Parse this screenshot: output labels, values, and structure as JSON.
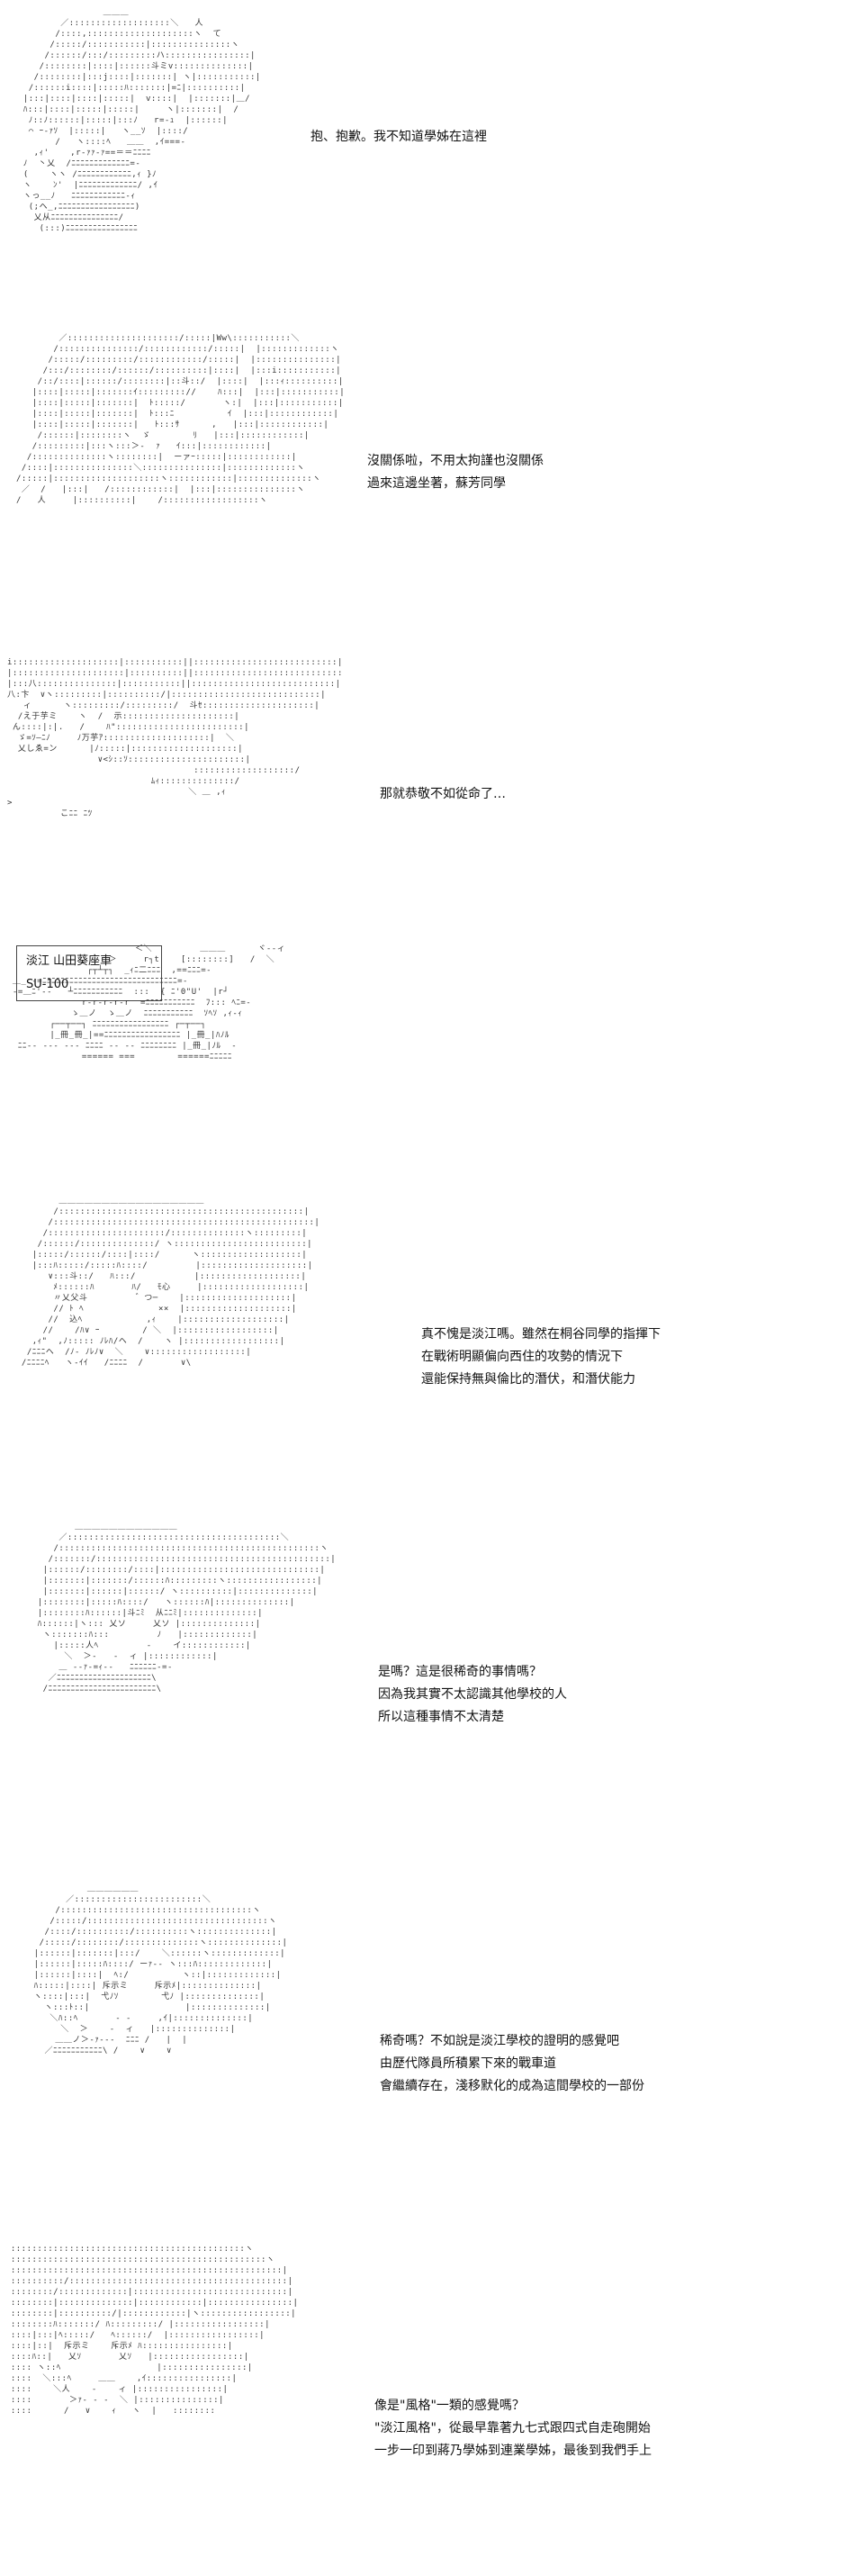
{
  "panels": [
    {
      "art": "                 ＿＿＿\n         ／:::::::::::::::::::＼   人\n        /::::,::::::::::::::::::::ヽ  て\n       /:::::/:::::::::::|:::::::::::::::ヽ\n      /::::::/:::/:::::::::ハ::::::::::::::::|\n     /::::::::|::::|::::::斗ミv::::::::::::::|\n    /::::::::|:::j::::|:::::::| ヽ|:::::::::::|\n   /::::::i::::|:::::ﾊ:::::::|=ﾆ|::::::::::|\n  |:::|::::|::::|:::::|  v::::|  |:::::::|＿/\n  ﾊ:::|::::|:::::|:::::|     ヽ|:::::::|  /\n   ﾉ::ﾉ::::::|:::::|:::ﾉ   r=-ｭ  |::::::|\n   ⌒ ｰ-ｧｿ  |:::::|   ヽ__ｿ  |::::/\n        /   ヽ::::ﾍ   ＿＿  ,ｲ===-\n    ,ｨ'    ,r-ｧｧ‐ｧ==＝＝ﾆﾆﾆﾆ\n  ﾉ  丶乂  /ﾆﾆﾆﾆﾆﾆﾆﾆﾆﾆﾆﾆﾆ=-\n  (    ヽヽ /ﾆﾆﾆﾆﾆﾆﾆﾆﾆﾆﾆﾆ,ｨ }ﾉ\n  ヽ    ﾝ'  |ﾆﾆﾆﾆﾆﾆﾆﾆﾆﾆﾆﾆﾆ/ ,ｲ\n  ヽっ__ﾉ   ﾆﾆﾆﾆﾆﾆﾆﾆﾆﾆﾆﾆ‐ｨ\n   (;ヘ_,ﾆﾆﾆﾆﾆﾆﾆﾆﾆﾆﾆﾆﾆﾆﾆﾆﾆ)\n    乂从ﾆﾆﾆﾆﾆﾆﾆﾆﾆﾆﾆﾆﾆﾆﾆ/\n     (:::)ﾆﾆﾆﾆﾆﾆﾆﾆﾆﾆﾆﾆﾆﾆﾆﾆ",
      "lines": [
        "抱、抱歉。我不知道學姊在這裡"
      ]
    },
    {
      "art": "        ／:::::::::::::::::::::/:::::|Ww\\:::::::::::＼\n       /:::::::::::::::/::::::::::::/:::::|  |:::::::::::::ヽ\n      /:::::/:::::::::/::::::::::::/:::::|  |:::::::::::::::|\n     /:::/::::::::/::::::/::::::::::|::::|  |:::i:::::::::::|\n    /::/::::|::::::/::::::::|::斗::/  |::::|  |:::ｨ::::::::::|\n   |::::|:::::|:::::::ｲ::::::::://    ﾊ:::|  |:::|:::::::::::|\n   |::::|:::::|:::::::|  ﾄ:::::/       ヽ:|  |:::|:::::::::::|\n   |::::|:::::|:::::::|  ﾄ:::ﾆ          ｲ  |:::|::::::::::::|\n   |::::|:::::|:::::::|   ﾄ:::ｻ      ,   |:::|::::::::::::|\n    /::::::|::::::::ヽ  ゞ        ﾘ   |:::|::::::::::::|\n   /:::::::::|:::ヽ:::＞-  ｧ   ｲ:::|::::::::::::|\n  /::::::::::::::ヽ::::::::|  ーァｰ:::::|::::::::::::|\n /::::|:::::::::::::::＼:::::::::::::::|:::::::::::::ヽ\n/:::::|::::::::::::::::::::ヽ::::::::::::|::::::::::::::ヽ\n ／  /   |:::|   /::::::::::::|  |:::|:::::::::::::::ヽ\n/   人     |::::::::::|    /::::::::::::::::::ヽ",
      "lines": [
        "沒關係啦，不用太拘謹也沒關係",
        "過來這邊坐著，蘇芳同學"
      ]
    },
    {
      "art": "i::::::::::::::::::::|:::::::::::||:::::::::::::::::::::::::::|\n|:::::::::::::::::::::|::::::::::||::::::::::::::::::::::::::::\n|:::八:::::::::::::::|:::::::::::||:::::::::::::::::::::::::::|\n八:卞  ∨ヽ:::::::::|::::::::::/|::::::::::::::::::::::::::::|\n   ィ      ヽ:::::::::/:::::::::/  斗ｾ:::::::::::::::::::::|\n  /え于芋ミ    ヽ  /  示:::::::::::::::::::::|\n ん::::|:|.   /    ﾊ\"::::::::::::::::::::::::|\n  ゞ=ｿ―ﾆﾉ     ﾉ万芋ｱ::::::::::::::::::::|  ＼\n  乂しゑ=ン      |ﾉ:::::|::::::::::::::::::::|\n                 ∨<ｼ::ｿ::::::::::::::::::::::|\n                                   :::::::::::::::::::/\n                           ﾑｨ::::::::::::::/\n                                  ＼ ＿ ,ｨ\n>\n          こﾆﾆ ﾆﾂ",
      "lines": [
        "那就恭敬不如從命了…"
      ]
    },
    {
      "labels": [
        "淡江 山田葵座車",
        "SU-100"
      ],
      "art": "                        ＜＼         ＿＿＿      ヾ--ィ\n                   ＞     r┐t    [::::::::]   /  ＼\n               ┌┬┴┬┐  _ｨﾆ二ﾆﾆﾆ  ,==ﾆﾆﾆ=‐\n ＿_ ‐=ﾆﾆﾆﾆﾆﾆﾆﾆﾆﾆﾆﾆﾆﾆﾆﾆﾆﾆﾆﾆﾆﾆﾆﾆﾆﾆﾆﾆﾆﾆ=-\n ‐=＿ﾆ'‐‐   ┴ﾆﾆﾆﾆﾆﾆﾆﾆﾆﾆﾆ  :::  { ﾆ'0\"U'  |r┘\n              r‐r‐r‐r‐r  =ﾆﾆﾆﾆﾆﾆﾆﾆﾆﾆﾆ  ﾌ::: ﾍﾆ=‐\n            ゝ＿ノ  ゝ＿ノ  ﾆﾆﾆﾆﾆﾆﾆﾆﾆﾆﾆ  ｿﾍｿ ,ｨ-ｨ\n        ┌──┬──┐ ﾆﾆﾆﾆﾆﾆﾆﾆﾆﾆﾆﾆﾆﾆﾆﾆﾆ ┌─┬──┐\n        |_冊_冊_|==ﾆﾆﾆﾆﾆﾆﾆﾆﾆﾆﾆﾆﾆﾆﾆﾆﾆ |_冊_|ﾊﾉﾙ\n  ﾆﾆ‐‐ ‐‐‐ ‐‐‐ ﾆﾆﾆﾆ ‐‐ ‐‐ ﾆﾆﾆﾆﾆﾆﾆﾆ |_冊_|ﾉﾙ  ‐\n              ====== ===        ======ﾆﾆﾆﾆﾆ",
      "lines": []
    },
    {
      "art": "        ＿＿＿＿＿＿＿＿＿＿＿＿＿＿＿＿＿\n       /::::::::::::::::::::::::::::::::::::::::::::::|\n      /:::::::::::::::::::::::::::::::::::::::::::::::::|\n     /::::::::::::::::::::::/::::::::::::::ヽ:::::::::|\n    /::::::/::::::::::::::/ ヽ:::::::::::::::::::::::::|\n   |:::::/::::::/::::|::::/      ヽ:::::::::::::::::::|\n   |:::ﾊ:::::/:::::ﾊ::::/         |::::::::::::::::::::|\n      ∨:::斗::/   ﾊ:::/           |:::::::::::::::::::|\n       ﾒ::::::ﾊ       ﾊ/   ﾓ心     |:::::::::::::::::::|\n       〃乂父斗         ゛つ─    |::::::::::::::::::::|\n       // ﾄ ﾍ              ××  |::::::::::::::::::::|\n      //  込ﾍ            ,ｨ    |:::::::::::::::::::|\n     //    /ﾊ∨ ｰ        / ＼  |::::::::::::::::::|\n   ,ｨ\"  ,ﾉ::::: ﾉﾚﾊ/ヘ  /    ヽ |::::::::::::::::::|\n  /ﾆﾆﾆヘ  /ﾉ‐ ﾉﾚﾉ∨  ＼    ∨::::::::::::::::::|\n /ﾆﾆﾆﾆﾍ   ヽ-ｲｲ   /ﾆﾆﾆﾆ  /       ∨\\",
      "lines": [
        "真不愧是淡江嗎。雖然在桐谷同學的指揮下",
        "在戰術明顯偏向西住的攻勢的情況下",
        "還能保持無與倫比的潛伏，和潛伏能力"
      ]
    },
    {
      "art": "          ＿＿＿＿＿＿＿＿＿＿＿＿\n       ／::::::::::::::::::::::::::::::::::::::::＼\n      /:::::::::::::::::::::::::::::::::::::::::::::::::ヽ\n     /:::::::/::::::::::::::::::::::::::::::::::::::::::::|\n    |::::::/::::::::/::::|::::::::::::::::::::::::::::::|\n    |:::::::|:::::::/::::::ﾊ:::::::::ヽ:::::::::::::::::|\n    |:::::::|::::::|::::::/ ヽ::::::::::|::::::::::::::|\n   |::::::::|:::::ﾊ::::/   ヽ::::::ﾊ|::::::::::::::|\n   |::::::::ﾊ::::::|斗ﾆﾐ  从ﾆﾆﾐ|::::::::::::::|\n   ﾊ::::::|ヽ::: 乂ソ     乂ソ |::::::::::::::|\n    ヽ:::::::ﾊ:::         ﾉ   |:::::::::::::|\n      |:::::人ﾍ         ‐    イ::::::::::::|\n        ＼  ＞-   ‐  ィ |::::::::::::|\n       ＿ ‐-ｧ‐=ｨ‐‐   ﾆﾆﾆﾆﾆﾆ‐=‐\n     ／ﾆﾆﾆﾆﾆﾆﾆﾆﾆﾆﾆﾆﾆﾆﾆﾆﾆﾆﾆﾆﾆ\\\n    /ﾆﾆﾆﾆﾆﾆﾆﾆﾆﾆﾆﾆﾆﾆﾆﾆﾆﾆﾆﾆﾆﾆﾆﾆ\\",
      "lines": [
        "是嗎？這是很稀奇的事情嗎？",
        "因為我其實不太認識其他學校的人",
        "所以這種事情不太清楚"
      ]
    },
    {
      "art": "              ＿＿＿＿＿＿\n          ／::::::::::::::::::::::::＼\n        /::::::::::::::::::::::::::::::::::::ヽ\n       /:::::/::::::::::::::::::::::::::::::::::ヽ\n      /::::/::::::::::/::::::::::ヽ::::::::::::::|\n     /:::::/::::::::/::::::::::::::ヽ::::::::::::::|\n    |::::::|:::::::|:::/    ＼::::::ヽ:::::::::::::|\n    |::::::|:::::ﾊ::::/ ーｧ‐‐ ヽ:::ﾊ:::::::::::::|\n    |::::::|::::|  ﾍ:/          ヽ::|:::::::::::::|\n    ﾊ:::::|::::| 斥示ミ     斥示ﾒ|::::::::::::::|\n    ヽ::::|:::|  弋ﾉｿ        弋ﾉ |::::::::::::::|\n      ヽ:::ﾄ::|                  |::::::::::::::|\n       ＼ﾊ::ﾍ       ‐ ‐     ,ｲ|::::::::::::::|\n         ＼  ＞    ‐  ィ   |::::::::::::::|\n        ＿＿ノ＞‐ｧ‐‐‐  ﾆﾆﾆ /   |  |\n      ／ﾆﾆﾆﾆﾆﾆﾆﾆﾆﾆﾆ\\ /    ∨    ∨",
      "lines": [
        "稀奇嗎？不如說是淡江學校的證明的感覺吧",
        "由歷代隊員所積累下來的戰車道",
        "會繼續存在，淺移默化的成為這間學校的一部份"
      ]
    },
    {
      "art": "  ::::::::::::::::::::::::::::::::::::::::::::ヽ\n  ::::::::::::::::::::::::::::::::::::::::::::::::ヽ\n  :::::::::::::::::::::::::::::::::::::::::::::::::::|\n  ::::::::::/:::::::::::::::::::::::::::::::::::::::::|\n  ::::::::/:::::::::::::|:::::::::::::::::::::::::::::|\n  ::::::::|::::::::::::::|::::::::::::|::::::::::::::::|\n  ::::::::|::::::::::/|::::::::::::|ヽ:::::::::::::::::|\n  ::::::::ﾊ:::::::/ ﾊ:::::::::/ |:::::::::::::::::|\n  ::::|:::|ﾍ:::::/   ﾍ::::::/  |:::::::::::::::::|\n  ::::|::|  斥示ミ    斥示ﾒ ﾊ::::::::::::::::|\n  ::::ﾊ::|   乂ｿ       乂ｿ   |:::::::::::::::::|\n  :::: ヽ::ﾍ                  |::::::::::::::::|\n  ::::  ＼:::ﾍ     ＿＿    ,ｲ::::::::::::::::|\n  ::::    ＼人    ‐    ィ |::::::::::::::::|\n  ::::       ＞ｧ‐ ‐ ‐  ＼ |:::::::::::::::|\n  ::::      /   ∨    ｨ   ヽ  |   ::::::::",
      "lines": [
        "像是\"風格\"一類的感覺嗎？",
        "\"淡江風格\"，從最早靠著九七式跟四式自走砲開始",
        "一步一印到蔣乃學姊到連業學姊，最後到我們手上"
      ]
    }
  ]
}
